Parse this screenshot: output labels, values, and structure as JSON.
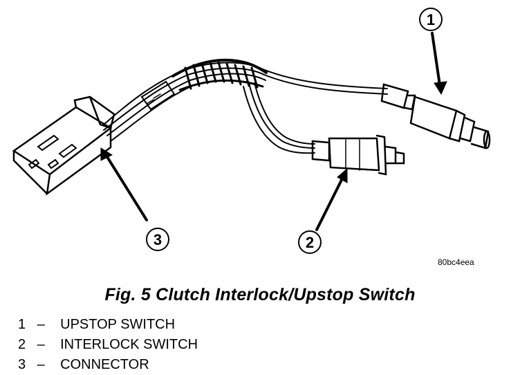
{
  "callouts": [
    {
      "num": "1"
    },
    {
      "num": "2"
    },
    {
      "num": "3"
    }
  ],
  "image_code": "80bc4eea",
  "caption": "Fig. 5 Clutch Interlock/Upstop Switch",
  "legend": [
    {
      "num": "1",
      "dash": "–",
      "label": "UPSTOP SWITCH"
    },
    {
      "num": "2",
      "dash": "–",
      "label": "INTERLOCK SWITCH"
    },
    {
      "num": "3",
      "dash": "–",
      "label": "CONNECTOR"
    }
  ]
}
